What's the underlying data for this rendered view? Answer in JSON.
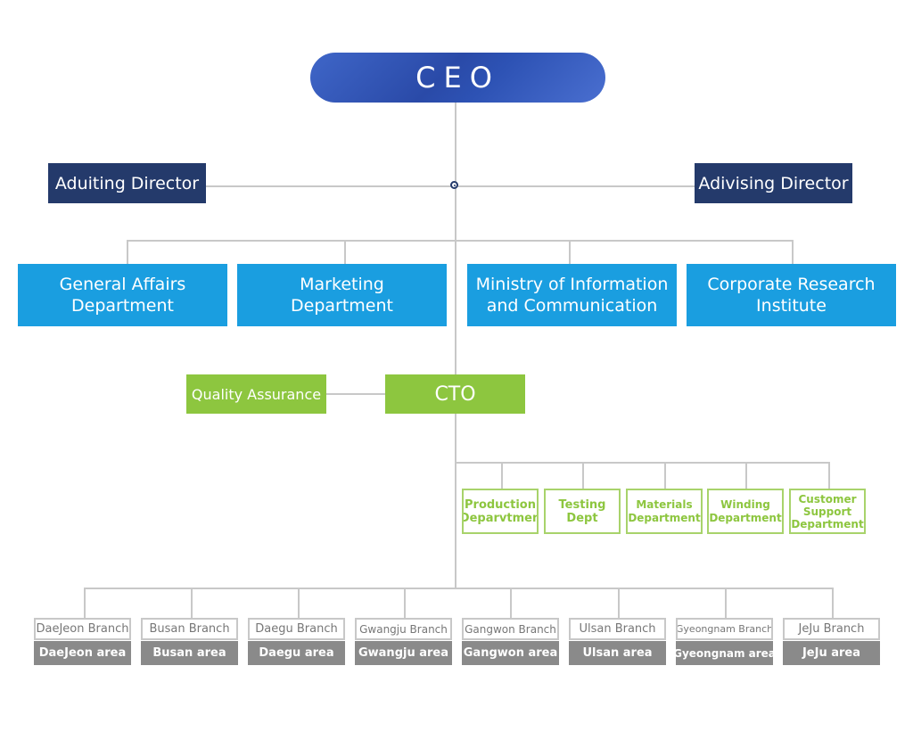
{
  "ceo": "CEO",
  "directors": {
    "left": "Aduiting Director",
    "right": "Adivising Director"
  },
  "departments": [
    {
      "line1": "General Affairs",
      "line2": "Department"
    },
    {
      "line1": "Marketing",
      "line2": "Department"
    },
    {
      "line1": "Ministry of Information",
      "line2": "and Communication"
    },
    {
      "line1": "Corporate Research",
      "line2": "Institute"
    }
  ],
  "quality_assurance": "Quality Assurance",
  "cto": "CTO",
  "cto_departments": [
    {
      "line1": "Production",
      "line2": "Deparvtmen"
    },
    {
      "line1": "Testing",
      "line2": "Dept"
    },
    {
      "line1": "Materials",
      "line2": "Department"
    },
    {
      "line1": "Winding",
      "line2": "Department"
    },
    {
      "line1": "Customer",
      "line2": "Support",
      "line3": "Department"
    }
  ],
  "branches": [
    {
      "name": "DaeJeon Branch",
      "area": "DaeJeon area"
    },
    {
      "name": "Busan Branch",
      "area": "Busan area"
    },
    {
      "name": "Daegu Branch",
      "area": "Daegu area"
    },
    {
      "name": "Gwangju Branch",
      "area": "Gwangju area"
    },
    {
      "name": "Gangwon Branch",
      "area": "Gangwon area"
    },
    {
      "name": "Ulsan Branch",
      "area": "Ulsan area"
    },
    {
      "name": "Gyeongnam Branch",
      "area": "Gyeongnam area"
    },
    {
      "name": "JeJu Branch",
      "area": "JeJu area"
    }
  ],
  "colors": {
    "ceo": "#2d52b4",
    "director": "#243a6b",
    "department": "#1a9ee0",
    "cto_green": "#8dc63f",
    "branch_border": "#c8c8c8",
    "area": "#8a8a8a"
  }
}
